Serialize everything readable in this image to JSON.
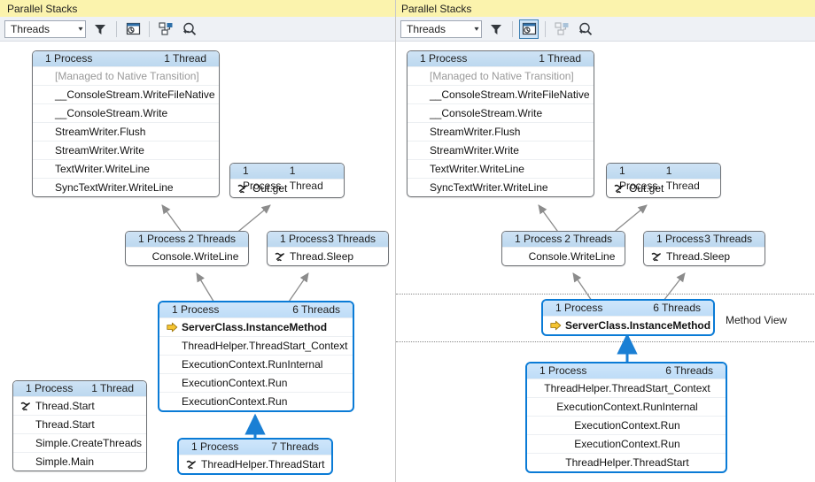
{
  "panels": {
    "left": {
      "title": "Parallel Stacks",
      "toolbar": {
        "combo_value": "Threads",
        "combo_caret": "▾",
        "icons": [
          {
            "name": "filter-icon",
            "label": "Toggle Method View filter"
          },
          {
            "name": "show-only-flagged-icon",
            "label": "Show Only Flagged"
          },
          {
            "name": "auto-scroll-icon",
            "label": "Auto Scroll to Current Stack Frame"
          },
          {
            "name": "zoom-control-icon",
            "label": "Zoom Control"
          }
        ]
      },
      "boxes": [
        {
          "id": "left-box-console-native",
          "process": "1 Process",
          "threads": "1 Thread",
          "rows": [
            {
              "text": "[Managed to Native Transition]",
              "dim": true,
              "glyph": "",
              "bold": false
            },
            {
              "text": "__ConsoleStream.WriteFileNative",
              "dim": false,
              "glyph": "",
              "bold": false
            },
            {
              "text": "__ConsoleStream.Write",
              "dim": false,
              "glyph": "",
              "bold": false
            },
            {
              "text": "StreamWriter.Flush",
              "dim": false,
              "glyph": "",
              "bold": false
            },
            {
              "text": "StreamWriter.Write",
              "dim": false,
              "glyph": "",
              "bold": false
            },
            {
              "text": "TextWriter.WriteLine",
              "dim": false,
              "glyph": "",
              "bold": false
            },
            {
              "text": "SyncTextWriter.WriteLine",
              "dim": false,
              "glyph": "",
              "bold": false
            }
          ]
        },
        {
          "id": "left-box-outget",
          "process": "1 Process",
          "threads": "1 Thread",
          "rows": [
            {
              "text": "Out.get",
              "dim": false,
              "glyph": "threads-icon",
              "bold": false
            }
          ]
        },
        {
          "id": "left-box-consolewriteline",
          "process": "1 Process",
          "threads": "2 Threads",
          "rows": [
            {
              "text": "Console.WriteLine",
              "dim": false,
              "glyph": "",
              "bold": false
            }
          ]
        },
        {
          "id": "left-box-threadsleep",
          "process": "1 Process",
          "threads": "3 Threads",
          "rows": [
            {
              "text": "Thread.Sleep",
              "dim": false,
              "glyph": "threads-icon",
              "bold": false
            }
          ]
        },
        {
          "id": "left-box-instancemethod",
          "process": "1 Process",
          "threads": "6 Threads",
          "selected": true,
          "rows": [
            {
              "text": "ServerClass.InstanceMethod",
              "dim": false,
              "glyph": "current-frame-arrow-icon",
              "bold": true
            },
            {
              "text": "ThreadHelper.ThreadStart_Context",
              "dim": false,
              "glyph": "",
              "bold": false
            },
            {
              "text": "ExecutionContext.RunInternal",
              "dim": false,
              "glyph": "",
              "bold": false
            },
            {
              "text": "ExecutionContext.Run",
              "dim": false,
              "glyph": "",
              "bold": false
            },
            {
              "text": "ExecutionContext.Run",
              "dim": false,
              "glyph": "",
              "bold": false
            }
          ]
        },
        {
          "id": "left-box-threadstart-main",
          "process": "1 Process",
          "threads": "1 Thread",
          "rows": [
            {
              "text": "Thread.Start",
              "dim": false,
              "glyph": "threads-icon",
              "bold": false
            },
            {
              "text": "Thread.Start",
              "dim": false,
              "glyph": "",
              "bold": false
            },
            {
              "text": "Simple.CreateThreads",
              "dim": false,
              "glyph": "",
              "bold": false
            },
            {
              "text": "Simple.Main",
              "dim": false,
              "glyph": "",
              "bold": false
            }
          ]
        },
        {
          "id": "left-box-threadhelper-threadstart",
          "process": "1 Process",
          "threads": "7 Threads",
          "selected": true,
          "rows": [
            {
              "text": "ThreadHelper.ThreadStart",
              "dim": false,
              "glyph": "threads-icon",
              "bold": false
            }
          ]
        }
      ]
    },
    "right": {
      "title": "Parallel Stacks",
      "method_view_label": "Method View",
      "toolbar": {
        "combo_value": "Threads",
        "combo_caret": "▾",
        "icons": [
          {
            "name": "filter-icon",
            "label": "Toggle Method View filter"
          },
          {
            "name": "show-only-flagged-icon",
            "label": "Show Only Flagged",
            "active": true
          },
          {
            "name": "auto-scroll-icon",
            "label": "Auto Scroll to Current Stack Frame",
            "disabled": true
          },
          {
            "name": "zoom-control-icon",
            "label": "Zoom Control"
          }
        ]
      },
      "boxes": [
        {
          "id": "right-box-console-native",
          "process": "1 Process",
          "threads": "1 Thread",
          "rows": [
            {
              "text": "[Managed to Native Transition]",
              "dim": true,
              "glyph": "",
              "bold": false
            },
            {
              "text": "__ConsoleStream.WriteFileNative",
              "dim": false,
              "glyph": "",
              "bold": false
            },
            {
              "text": "__ConsoleStream.Write",
              "dim": false,
              "glyph": "",
              "bold": false
            },
            {
              "text": "StreamWriter.Flush",
              "dim": false,
              "glyph": "",
              "bold": false
            },
            {
              "text": "StreamWriter.Write",
              "dim": false,
              "glyph": "",
              "bold": false
            },
            {
              "text": "TextWriter.WriteLine",
              "dim": false,
              "glyph": "",
              "bold": false
            },
            {
              "text": "SyncTextWriter.WriteLine",
              "dim": false,
              "glyph": "",
              "bold": false
            }
          ]
        },
        {
          "id": "right-box-outget",
          "process": "1 Process",
          "threads": "1 Thread",
          "rows": [
            {
              "text": "Out.get",
              "dim": false,
              "glyph": "threads-icon",
              "bold": false
            }
          ]
        },
        {
          "id": "right-box-consolewriteline",
          "process": "1 Process",
          "threads": "2 Threads",
          "rows": [
            {
              "text": "Console.WriteLine",
              "dim": false,
              "glyph": "",
              "bold": false
            }
          ]
        },
        {
          "id": "right-box-threadsleep",
          "process": "1 Process",
          "threads": "3 Threads",
          "rows": [
            {
              "text": "Thread.Sleep",
              "dim": false,
              "glyph": "threads-icon",
              "bold": false
            }
          ]
        },
        {
          "id": "right-box-instancemethod",
          "process": "1 Process",
          "threads": "6 Threads",
          "selected": true,
          "rows": [
            {
              "text": "ServerClass.InstanceMethod",
              "dim": false,
              "glyph": "current-frame-arrow-icon",
              "bold": true
            }
          ]
        },
        {
          "id": "right-box-threadhelper-stack",
          "process": "1 Process",
          "threads": "6 Threads",
          "selected": true,
          "rows": [
            {
              "text": "ThreadHelper.ThreadStart_Context",
              "dim": false,
              "glyph": "",
              "bold": false
            },
            {
              "text": "ExecutionContext.RunInternal",
              "dim": false,
              "glyph": "",
              "bold": false
            },
            {
              "text": "ExecutionContext.Run",
              "dim": false,
              "glyph": "",
              "bold": false
            },
            {
              "text": "ExecutionContext.Run",
              "dim": false,
              "glyph": "",
              "bold": false
            },
            {
              "text": "ThreadHelper.ThreadStart",
              "dim": false,
              "glyph": "",
              "bold": false
            }
          ]
        }
      ]
    }
  },
  "colors": {
    "title_bg": "#fbf3ad",
    "toolbar_bg": "#eef1f5",
    "header_blue": "#c4dcf0",
    "selection_blue": "#0a7bd6",
    "arrow_gold": "#f5c431",
    "connector_gray": "#8c8c8c"
  }
}
